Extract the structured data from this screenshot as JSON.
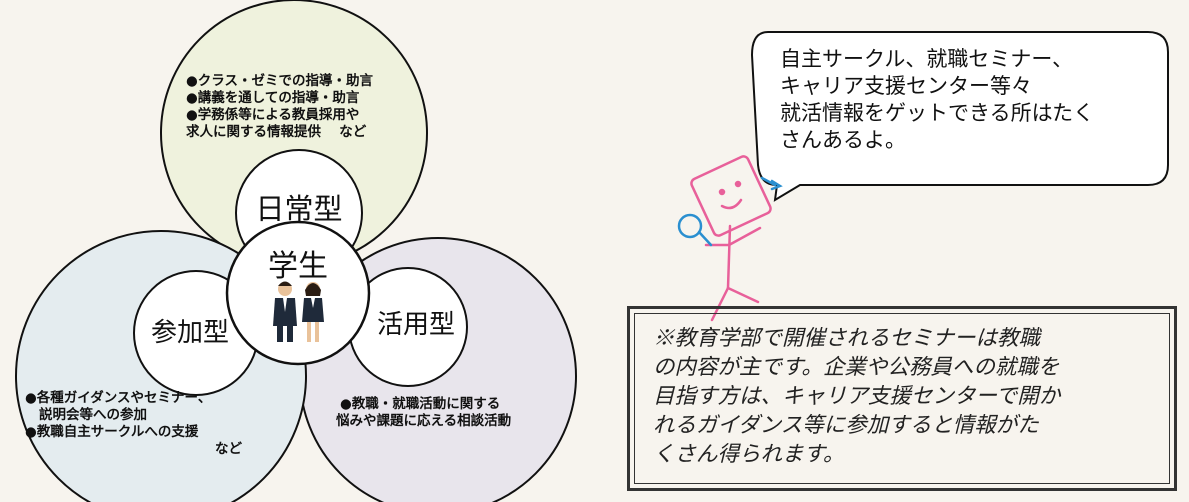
{
  "circles": {
    "top": {
      "label": "日常型",
      "bullets": [
        "●クラス・ゼミでの指導・助言",
        "●講義を通しての指導・助言",
        "●学務係等による教員採用や",
        "求人に関する情報提供　 など"
      ]
    },
    "left": {
      "label": "参加型",
      "bullets": [
        "●各種ガイダンスやセミナー、",
        "説明会等への参加",
        "●教職自主サークルへの支援",
        "など"
      ]
    },
    "right": {
      "label": "活用型",
      "bullets": [
        "●教職・就職活動に関する",
        "悩みや課題に応える相談活動"
      ]
    },
    "center": {
      "label": "学生"
    }
  },
  "speech_bubble": {
    "lines": [
      "自主サークル、就職セミナー、",
      "キャリア支援センター等々",
      "就活情報をゲットできる所はたく",
      "さんあるよ。"
    ]
  },
  "notice": {
    "lines": [
      "※教育学部で開催されるセミナーは教職",
      "の内容が主です。企業や公務員への就職を",
      "目指す方は、キャリア支援センターで開か",
      "れるガイダンス等に参加すると情報がた",
      "くさん得られます。"
    ]
  },
  "colors": {
    "top_circle": "#eff2dd",
    "left_circle": "#e4ecef",
    "right_circle": "#e8e5ec",
    "mascot": "#e8609a",
    "mascot_accent": "#2a8fd0"
  }
}
